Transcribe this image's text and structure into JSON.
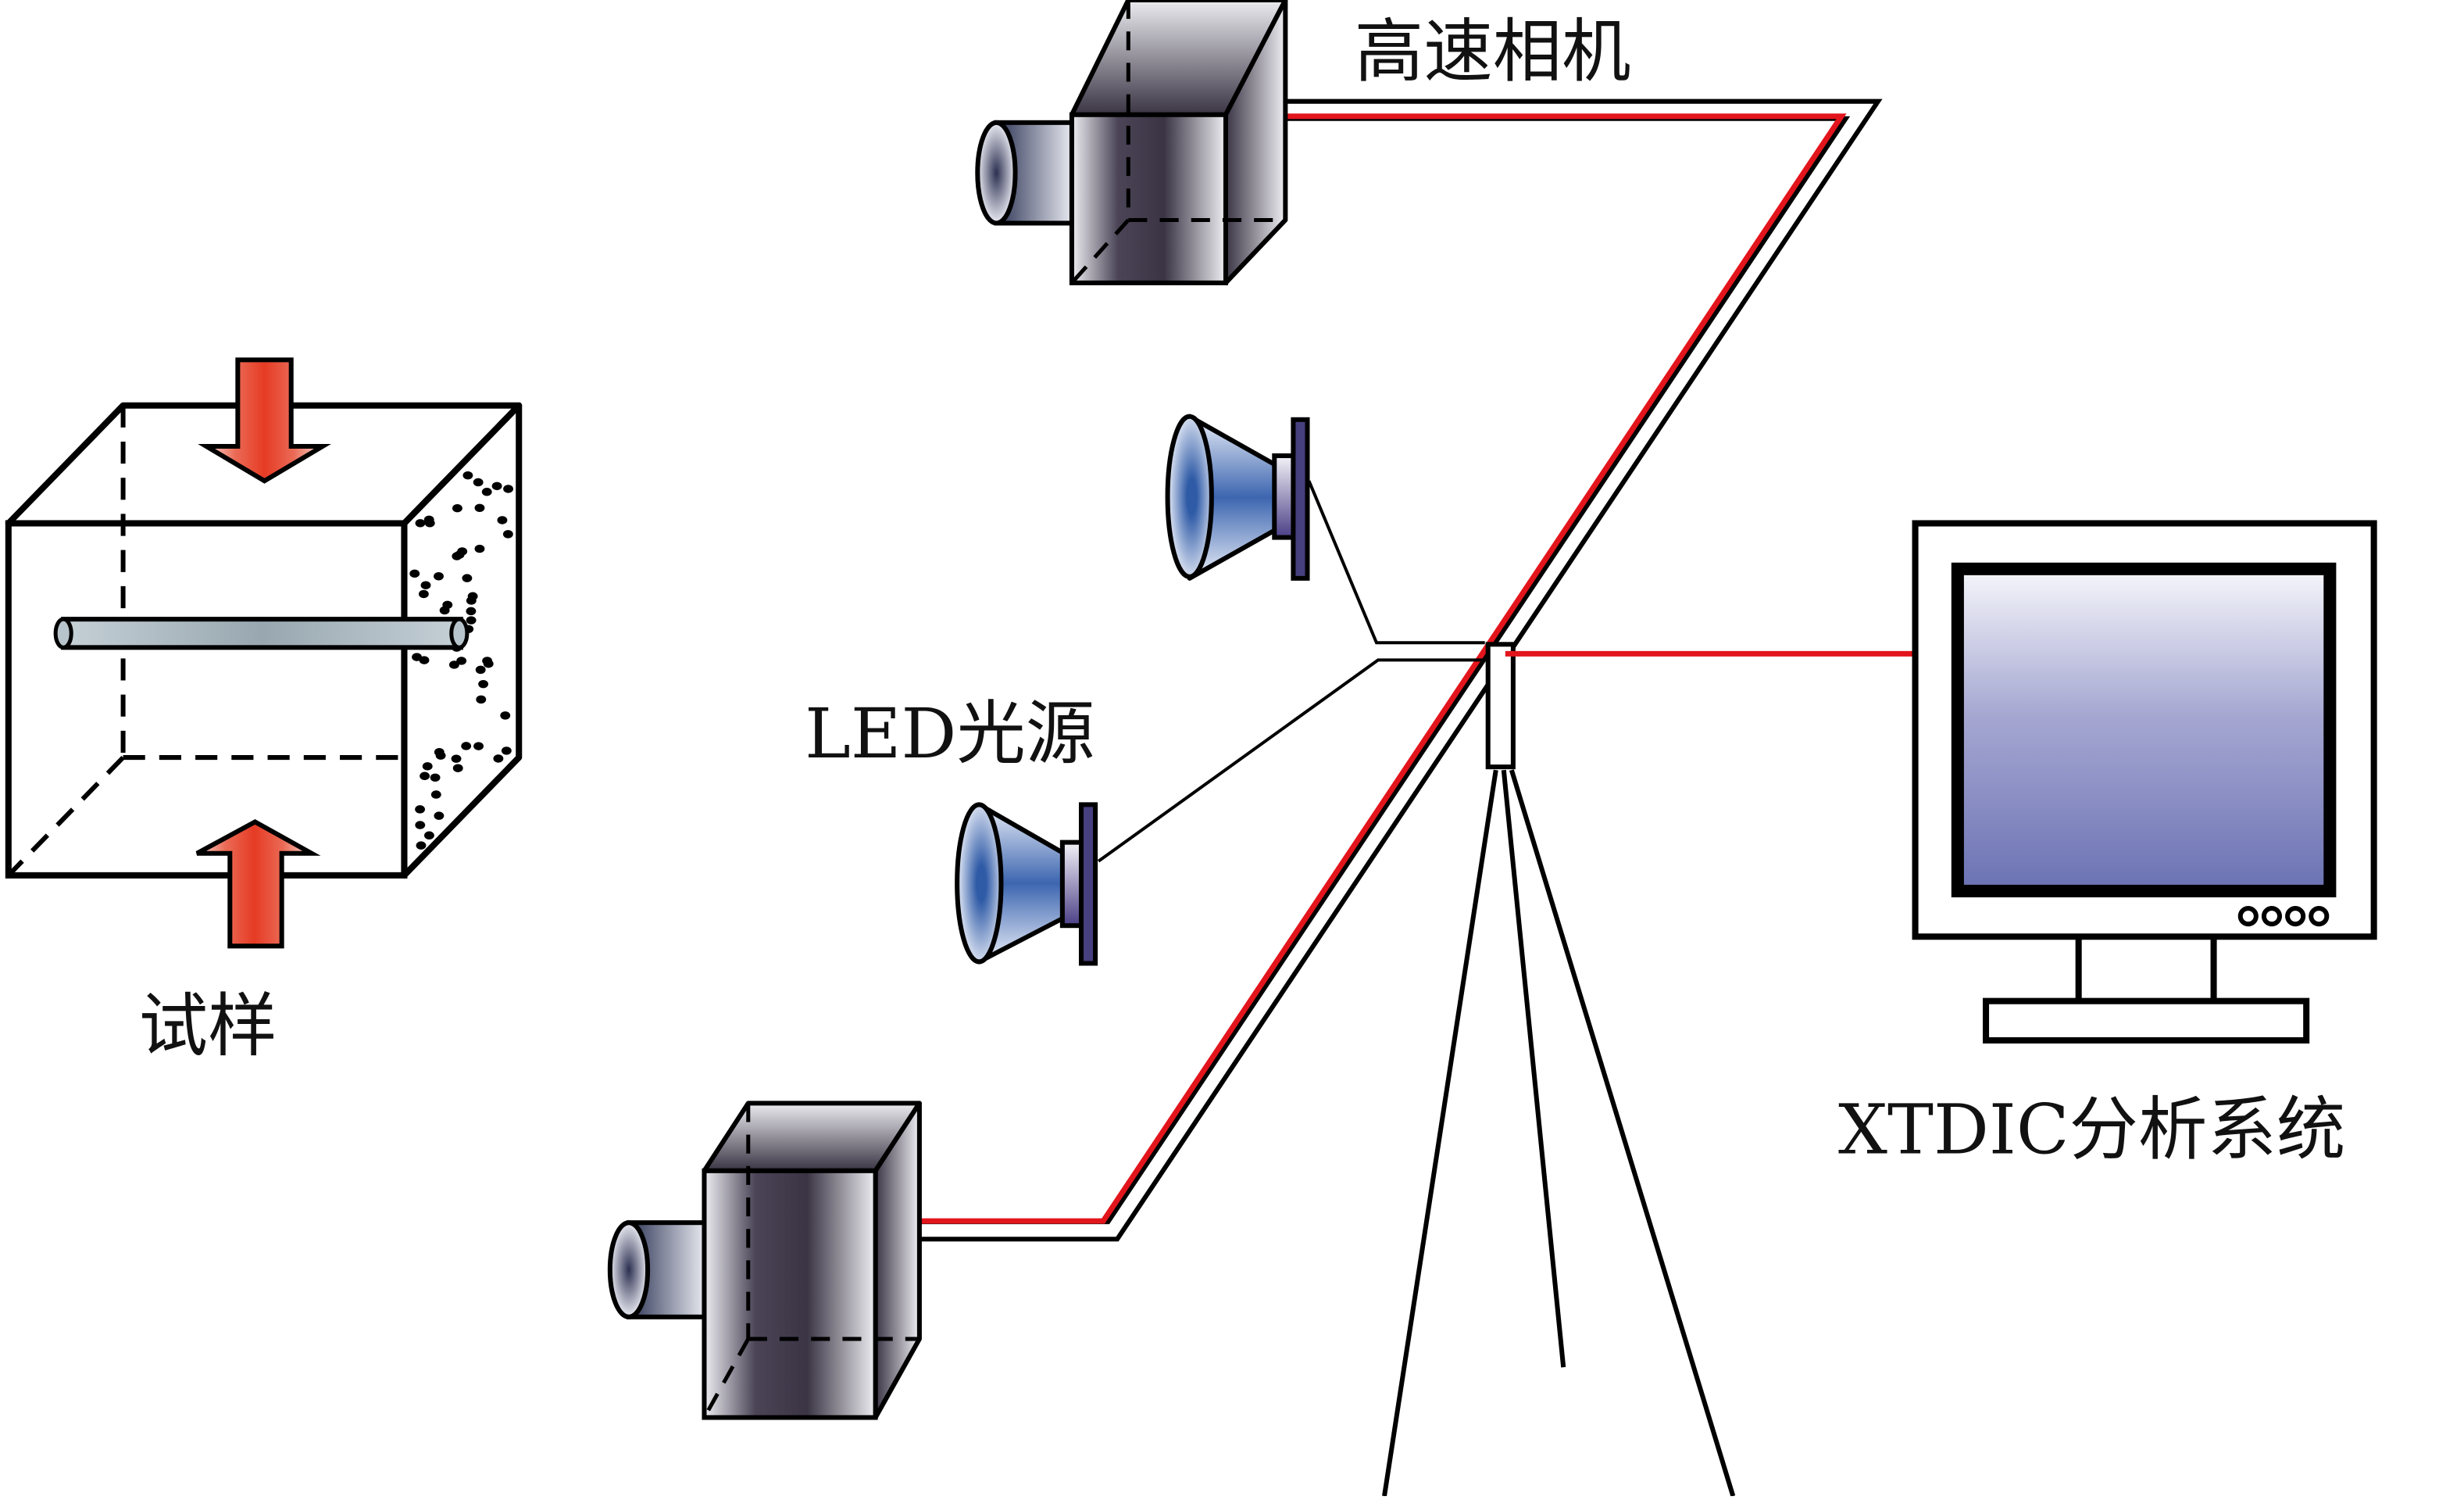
{
  "diagram": {
    "title": "DIC test system schematic",
    "labels": {
      "specimen": "试样",
      "high_speed_camera": "高速相机",
      "led_light": "LED光源",
      "analysis_system": "XTDIC分析系统"
    },
    "components": [
      {
        "id": "specimen",
        "name": "试样",
        "description": "Cubic specimen with embedded rod, speckle pattern on right face, loaded by top and bottom arrows"
      },
      {
        "id": "camera-top",
        "name": "高速相机"
      },
      {
        "id": "camera-bottom",
        "name": "高速相机"
      },
      {
        "id": "led-top",
        "name": "LED光源"
      },
      {
        "id": "led-bottom",
        "name": "LED光源"
      },
      {
        "id": "tripod",
        "name": "tripod"
      },
      {
        "id": "monitor",
        "name": "XTDIC分析系统"
      }
    ],
    "connections": [
      {
        "from": "camera-top",
        "to": "tripod",
        "style": "red-black cable"
      },
      {
        "from": "camera-bottom",
        "to": "tripod",
        "style": "red-black cable"
      },
      {
        "from": "led-top",
        "to": "tripod",
        "style": "black wire"
      },
      {
        "from": "led-bottom",
        "to": "tripod",
        "style": "black wire"
      },
      {
        "from": "tripod",
        "to": "monitor",
        "style": "red wire"
      }
    ],
    "colors": {
      "arrow_red": "#e63b24",
      "cable_red": "#e3151c",
      "rod": "#9aa9b2",
      "camera_dark": "#3b3646",
      "led_blue": "#2f5ba8",
      "led_plate": "#3e3a78",
      "screen_top": "#f4f4fa",
      "screen_bottom": "#6c74b4"
    },
    "monitor_buttons": 4
  }
}
